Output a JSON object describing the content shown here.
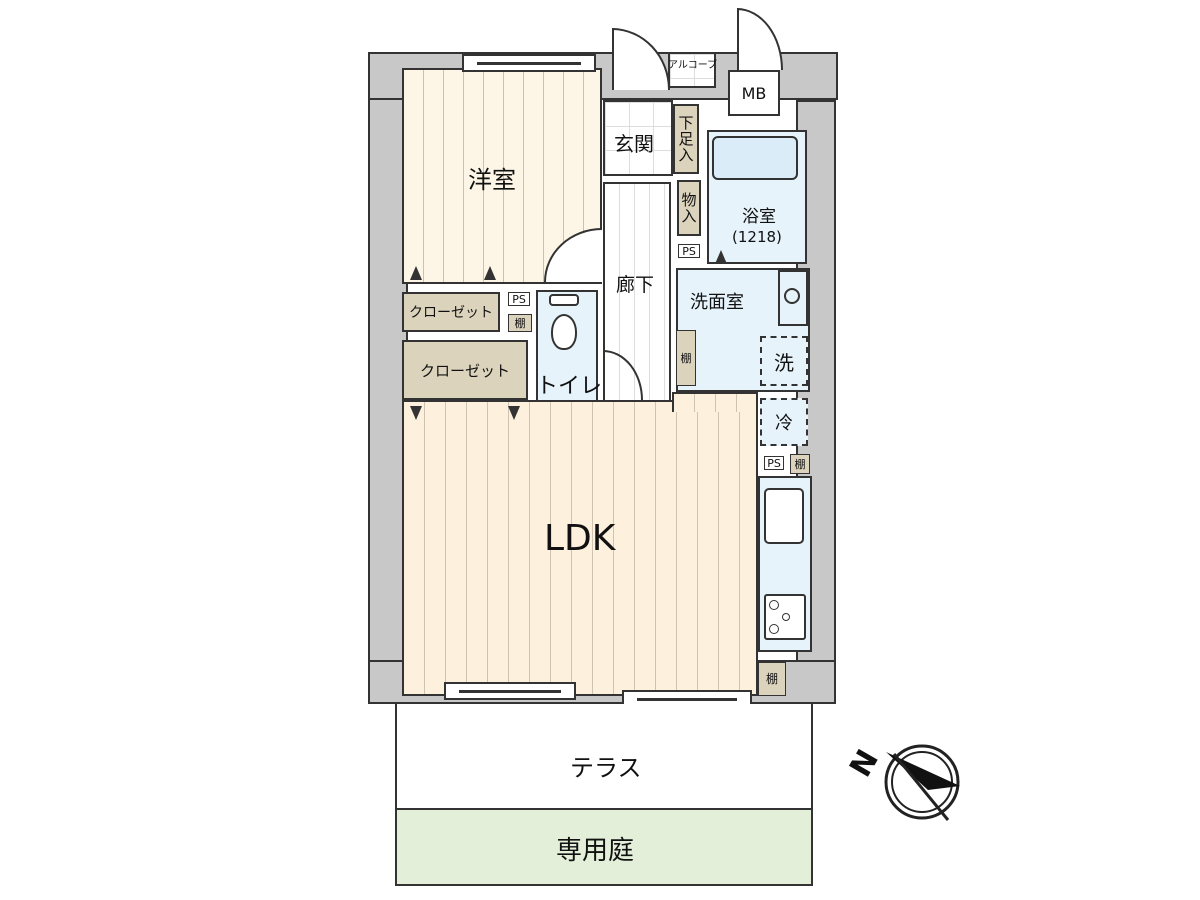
{
  "floorplan": {
    "rooms": {
      "western_room": "洋室",
      "entrance": "玄関",
      "shoe_closet": "下足入",
      "storage": "物入",
      "alcove": "アルコーブ",
      "meter_box": "MB",
      "bathroom": "浴室",
      "bathroom_size": "(1218)",
      "hallway": "廊下",
      "washroom": "洗面室",
      "washer": "洗",
      "fridge": "冷",
      "closet_1": "クローゼット",
      "closet_2": "クローゼット",
      "toilet": "トイレ",
      "ldk": "LDK",
      "terrace": "テラス",
      "private_garden": "専用庭"
    },
    "tags": {
      "ps_1": "PS",
      "ps_2": "PS",
      "ps_3": "PS",
      "shelf_1": "棚",
      "shelf_2": "棚",
      "shelf_3": "棚",
      "shelf_4": "棚"
    },
    "compass": {
      "north_label": "N"
    },
    "colors": {
      "wall": "#c8c8c8",
      "wood_floor": "#fdf6e6",
      "ldk_floor": "#fdf0dc",
      "wet_area": "#e6f3fb",
      "closet": "#dcd3bd",
      "garden": "#e3efd9"
    }
  }
}
